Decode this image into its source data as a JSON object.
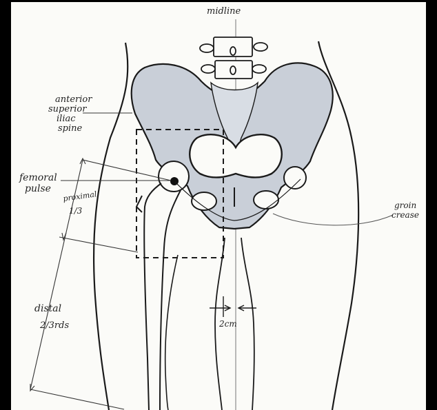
{
  "labels": {
    "midline": "midline",
    "asis_line1": "anterior",
    "asis_line2": "superior",
    "asis_line3": "iliac",
    "asis_line4": "spine",
    "femoral_line1": "femoral",
    "femoral_line2": "pulse",
    "proximal_line1": "proximal",
    "proximal_line2": "1/3",
    "distal_line1": "distal",
    "distal_line2": "2/3rds",
    "groin_line1": "groin",
    "groin_line2": "crease",
    "measure": "2cm"
  },
  "colors": {
    "ink": "#1a1a1a",
    "bone_fill": "#c9cfd8",
    "paper": "#fbfbf8",
    "frame": "#000000"
  }
}
